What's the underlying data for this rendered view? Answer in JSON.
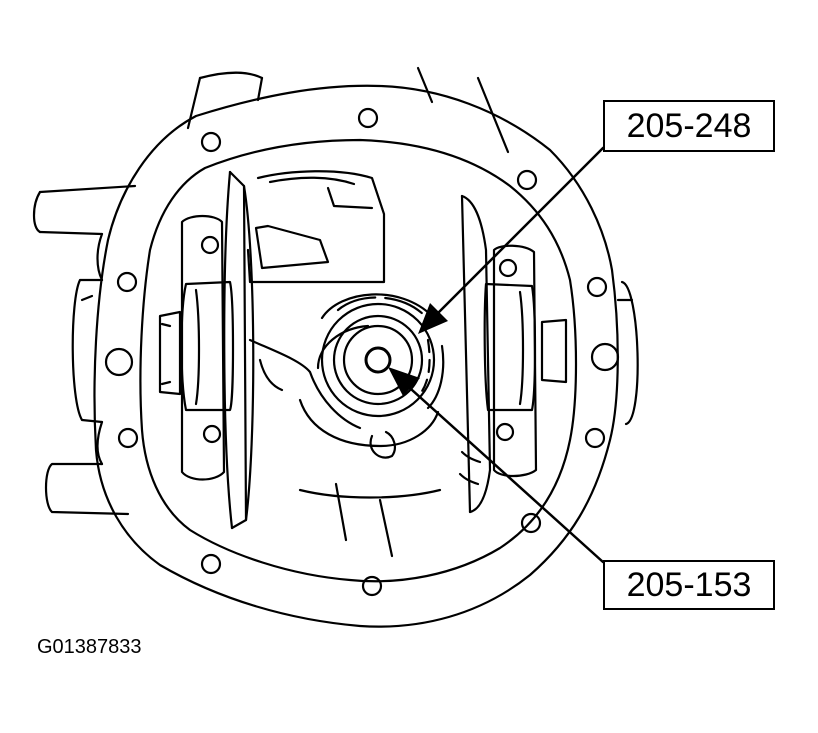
{
  "callouts": {
    "top": "205-248",
    "bottom": "205-153"
  },
  "figure_id": "G01387833",
  "colors": {
    "line": "#000000",
    "background": "#ffffff"
  }
}
